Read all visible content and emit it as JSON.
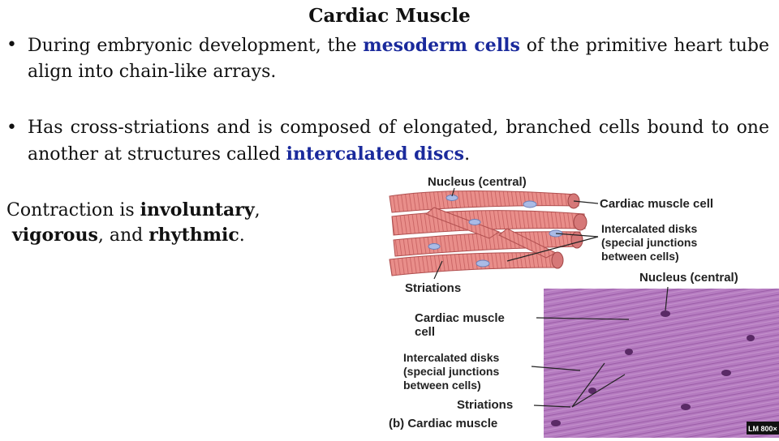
{
  "title": "Cardiac Muscle",
  "bullet_char": "•",
  "bullet1": {
    "pre": "During embryonic development, the ",
    "highlight": "mesoderm cells",
    "post": " of the primitive heart tube align into chain-like arrays."
  },
  "bullet2": {
    "pre": "Has cross-striations and is composed of elongated,  branched cells bound to one another at structures called ",
    "highlight": "intercalated discs",
    "post": "."
  },
  "contraction": {
    "pre": "Contraction is ",
    "w1": "involuntary",
    "mid": ",",
    "w2": "vigorous",
    "mid2": ", and ",
    "w3": "rhythmic",
    "end": "."
  },
  "figure": {
    "labels": {
      "nucleus_top": "Nucleus (central)",
      "cardiac_cell_top": "Cardiac muscle cell",
      "intercalated_top": "Intercalated disks\n(special junctions\nbetween cells)",
      "striations_top": "Striations",
      "nucleus_bottom": "Nucleus (central)",
      "cardiac_cell_bottom": "Cardiac muscle\ncell",
      "intercalated_bottom": "Intercalated disks\n(special junctions\nbetween cells)",
      "striations_bottom": "Striations",
      "caption": "(b) Cardiac muscle",
      "scale": "LM 800×"
    }
  },
  "colors": {
    "highlight": "#1a2a9c",
    "muscle": "#e58a8a",
    "histology": "#b06bb8"
  }
}
